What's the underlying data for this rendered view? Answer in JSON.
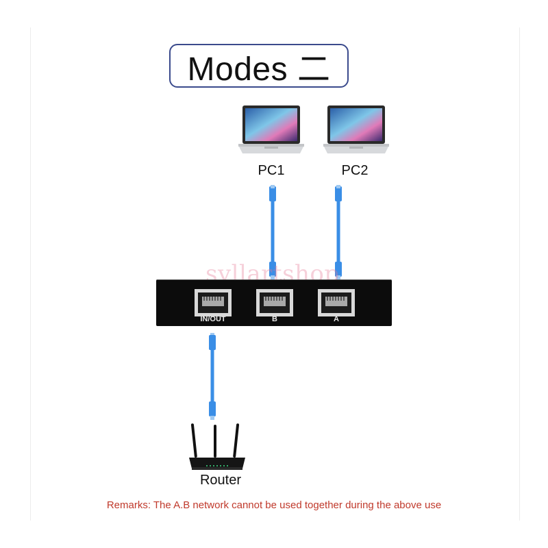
{
  "title": "Modes 二",
  "devices": {
    "pc1": {
      "label": "PC1",
      "icon": "laptop-icon"
    },
    "pc2": {
      "label": "PC2",
      "icon": "laptop-icon"
    },
    "router": {
      "label": "Router",
      "icon": "router-icon"
    }
  },
  "switch": {
    "ports": [
      {
        "label": "IN/OUT"
      },
      {
        "label": "B"
      },
      {
        "label": "A"
      }
    ]
  },
  "watermark": "syllartshop",
  "remarks": "Remarks: The A.B network cannot be used together during the above use",
  "colors": {
    "cable": "#3a8ee6",
    "title_border": "#3a4a8c",
    "remarks": "#c0392b",
    "switch_body": "#0c0c0c"
  }
}
